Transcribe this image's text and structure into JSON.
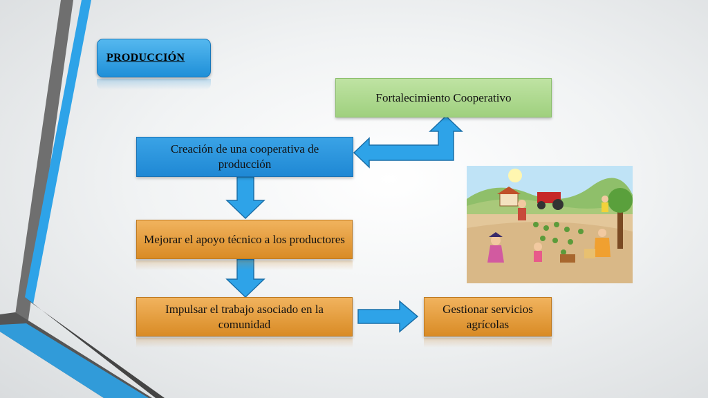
{
  "title": "PRODUCCIÓN",
  "nodes": {
    "cooperativa": "Creación de una cooperativa de producción",
    "fortalecimiento": "Fortalecimiento Cooperativo",
    "apoyo": "Mejorar el apoyo técnico a los productores",
    "trabajo": "Impulsar el trabajo asociado en la comunidad",
    "servicios": "Gestionar servicios agrícolas"
  },
  "colors": {
    "blue": "#1f88d4",
    "green": "#9fd07e",
    "orange": "#d98b25"
  }
}
